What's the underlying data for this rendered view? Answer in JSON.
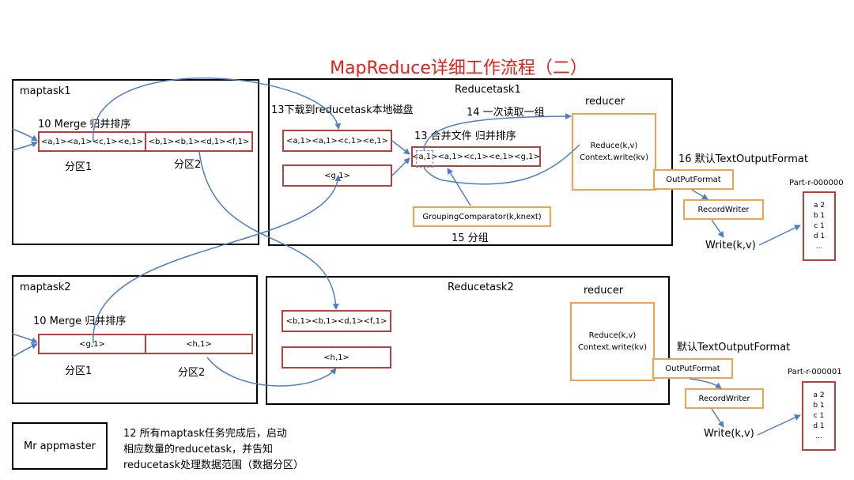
{
  "title": "MapReduce详细工作流程（二）",
  "maptask1": {
    "label": "maptask1",
    "merge_label": "10 Merge 归并排序",
    "partition1": "<a,1><a,1><c,1><e,1>",
    "partition2": "<b,1><b,1><d,1><f,1>",
    "partition1_label": "分区1",
    "partition2_label": "分区2"
  },
  "maptask2": {
    "label": "maptask2",
    "merge_label": "10 Merge 归并排序",
    "partition1": "<g,1>",
    "partition2": "<h,1>",
    "partition1_label": "分区1",
    "partition2_label": "分区2"
  },
  "reducetask1": {
    "label": "Reducetask1",
    "download_label": "13下载到reducetask本地磁盘",
    "read_group_label": "14 一次读取一组",
    "merge_label": "13 合并文件 归并排序",
    "file1": "<a,1><a,1><c,1><e,1>",
    "file2": "<g,1>",
    "merged": "<a,1><a,1><c,1><e,1><g,1>",
    "reducer_label": "reducer",
    "reduce_line1": "Reduce(k,v)",
    "reduce_line2": "Context.write(kv)",
    "grouping_comparator": "GroupingComparator(k,knext)",
    "grouping_label": "15 分组",
    "output_format_label": "16 默认TextOutputFormat",
    "output_format": "OutPutFormat",
    "record_writer": "RecordWriter",
    "write": "Write(k,v)",
    "part_file": "Part-r-000000",
    "part_lines": [
      "a 2",
      "b 1",
      "c 1",
      "d 1",
      "..."
    ]
  },
  "reducetask2": {
    "label": "Reducetask2",
    "file1": "<b,1><b,1><d,1><f,1>",
    "file2": "<h,1>",
    "reducer_label": "reducer",
    "reduce_line1": "Reduce(k,v)",
    "reduce_line2": "Context.write(kv)",
    "output_format_label": "默认TextOutputFormat",
    "output_format": "OutPutFormat",
    "record_writer": "RecordWriter",
    "write": "Write(k,v)",
    "part_file": "Part-r-000001",
    "part_lines": [
      "a 2",
      "b 1",
      "c 1",
      "d 1",
      "..."
    ]
  },
  "appmaster": {
    "label": "Mr appmaster",
    "note_lines": [
      "12 所有maptask任务完成后，启动",
      "相应数量的reducetask，并告知",
      "reducetask处理数据范围（数据分区）"
    ]
  },
  "colors": {
    "title": "#e0221e",
    "segment_border": "#b5413e",
    "orange_border": "#f2a24e",
    "arrow": "#4f7ec2"
  }
}
